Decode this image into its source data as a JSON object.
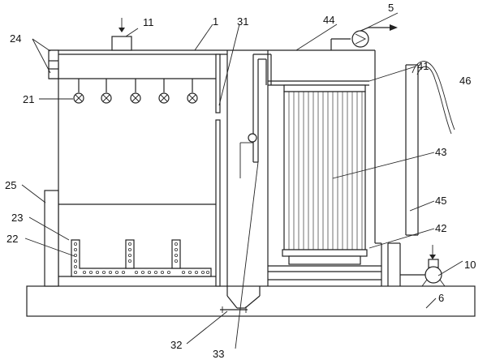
{
  "labels": {
    "l1": "1",
    "l5": "5",
    "l6": "6",
    "l10": "10",
    "l11": "11",
    "l21": "21",
    "l22": "22",
    "l23": "23",
    "l24": "24",
    "l25": "25",
    "l31": "31",
    "l32": "32",
    "l33": "33",
    "l41": "41",
    "l42": "42",
    "l43": "43",
    "l44": "44",
    "l45": "45",
    "l46": "46"
  }
}
